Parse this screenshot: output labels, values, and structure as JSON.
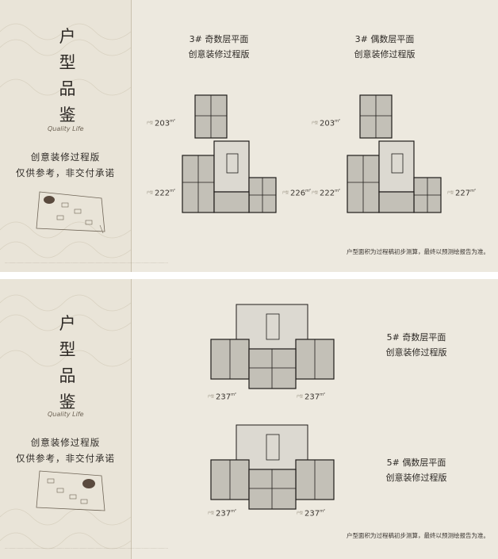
{
  "top": {
    "side_title_chars": [
      "户",
      "型",
      "品",
      "鉴"
    ],
    "signature": "Quality Life",
    "sub1": "创意装修过程版",
    "sub2": "仅供参考，非交付承诺",
    "plan_left": {
      "title1": "3# 奇数层平面",
      "title2": "创意装修过程版",
      "area_top": "203",
      "area_left": "222",
      "area_right": "226"
    },
    "plan_right": {
      "title1": "3# 偶数层平面",
      "title2": "创意装修过程版",
      "area_top": "203",
      "area_left": "222",
      "area_right": "227"
    },
    "note": "户型面积为过程稿初步测算，最终以预测绘报告为准。",
    "unit": "m²"
  },
  "bottom": {
    "side_title_chars": [
      "户",
      "型",
      "品",
      "鉴"
    ],
    "signature": "Quality Life",
    "sub1": "创意装修过程版",
    "sub2": "仅供参考，非交付承诺",
    "plan_upper": {
      "title1": "5# 奇数层平面",
      "title2": "创意装修过程版",
      "area_left": "237",
      "area_right": "237"
    },
    "plan_lower": {
      "title1": "5# 偶数层平面",
      "title2": "创意装修过程版",
      "area_left": "237",
      "area_right": "237"
    },
    "note": "户型面积为过程稿初步测算，最终以预测绘报告为准。",
    "unit": "m²"
  },
  "colors": {
    "bg": "#ede9df",
    "side": "#e9e4d8",
    "ink": "#2e2a26",
    "wall": "#1f1c19",
    "room": "#bfbcb3"
  }
}
